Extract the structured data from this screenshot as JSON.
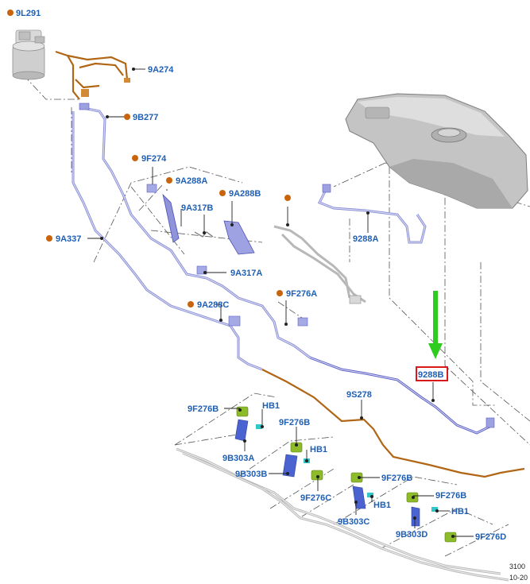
{
  "colors": {
    "label_blue": "#1f5fb4",
    "callout_orange": "#c8650c",
    "highlight_red": "#d7191c",
    "arrow_green": "#2ecc1f",
    "pipe_violet": "#8a8fd6",
    "pipe_orange": "#b06614",
    "clip_green": "#8dbb2a",
    "bracket_blue": "#4a63d1",
    "clip_cyan": "#2fc7c7"
  },
  "labels": {
    "l_9L291": "9L291",
    "l_9A274": "9A274",
    "l_9B277": "9B277",
    "l_9F274": "9F274",
    "l_9A288A": "9A288A",
    "l_9A288B": "9A288B",
    "l_9A317B": "9A317B",
    "l_9A337": "9A337",
    "l_9A317A": "9A317A",
    "l_9F276A": "9F276A",
    "l_9A288C": "9A288C",
    "l_9288A": "9288A",
    "l_9288B": "9288B",
    "l_9S278": "9S278",
    "l_9F276B_1": "9F276B",
    "l_HB1_1": "HB1",
    "l_9F276B_2": "9F276B",
    "l_9B303A": "9B303A",
    "l_HB1_2": "HB1",
    "l_9B303B": "9B303B",
    "l_9F276B_3": "9F276B",
    "l_9F276C": "9F276C",
    "l_HB1_3": "HB1",
    "l_9B303C": "9B303C",
    "l_9F276B_4": "9F276B",
    "l_HB1_4": "HB1",
    "l_9B303D": "9B303D",
    "l_9F276D": "9F276D"
  },
  "footer": {
    "line1": "3100",
    "line2": "10-20"
  }
}
